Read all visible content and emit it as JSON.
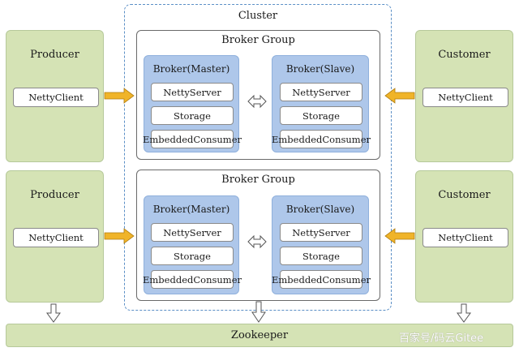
{
  "cluster": {
    "title": "Cluster"
  },
  "producers": [
    {
      "title": "Producer",
      "client": "NettyClient"
    },
    {
      "title": "Producer",
      "client": "NettyClient"
    }
  ],
  "customers": [
    {
      "title": "Customer",
      "client": "NettyClient"
    },
    {
      "title": "Customer",
      "client": "NettyClient"
    }
  ],
  "groups": [
    {
      "title": "Broker Group",
      "master": {
        "title": "Broker(Master)",
        "items": [
          "NettyServer",
          "Storage",
          "EmbeddedConsumer"
        ]
      },
      "slave": {
        "title": "Broker(Slave)",
        "items": [
          "NettyServer",
          "Storage",
          "EmbeddedConsumer"
        ]
      }
    },
    {
      "title": "Broker Group",
      "master": {
        "title": "Broker(Master)",
        "items": [
          "NettyServer",
          "Storage",
          "EmbeddedConsumer"
        ]
      },
      "slave": {
        "title": "Broker(Slave)",
        "items": [
          "NettyServer",
          "Storage",
          "EmbeddedConsumer"
        ]
      }
    }
  ],
  "zookeeper": {
    "label": "Zookeeper"
  },
  "watermark": "百家号/码云Gitee",
  "colors": {
    "panel_green": "#d5e3b5",
    "broker_blue": "#aec7ea",
    "cluster_border": "#5b8fc6",
    "arrow_orange": "#f0b429"
  }
}
